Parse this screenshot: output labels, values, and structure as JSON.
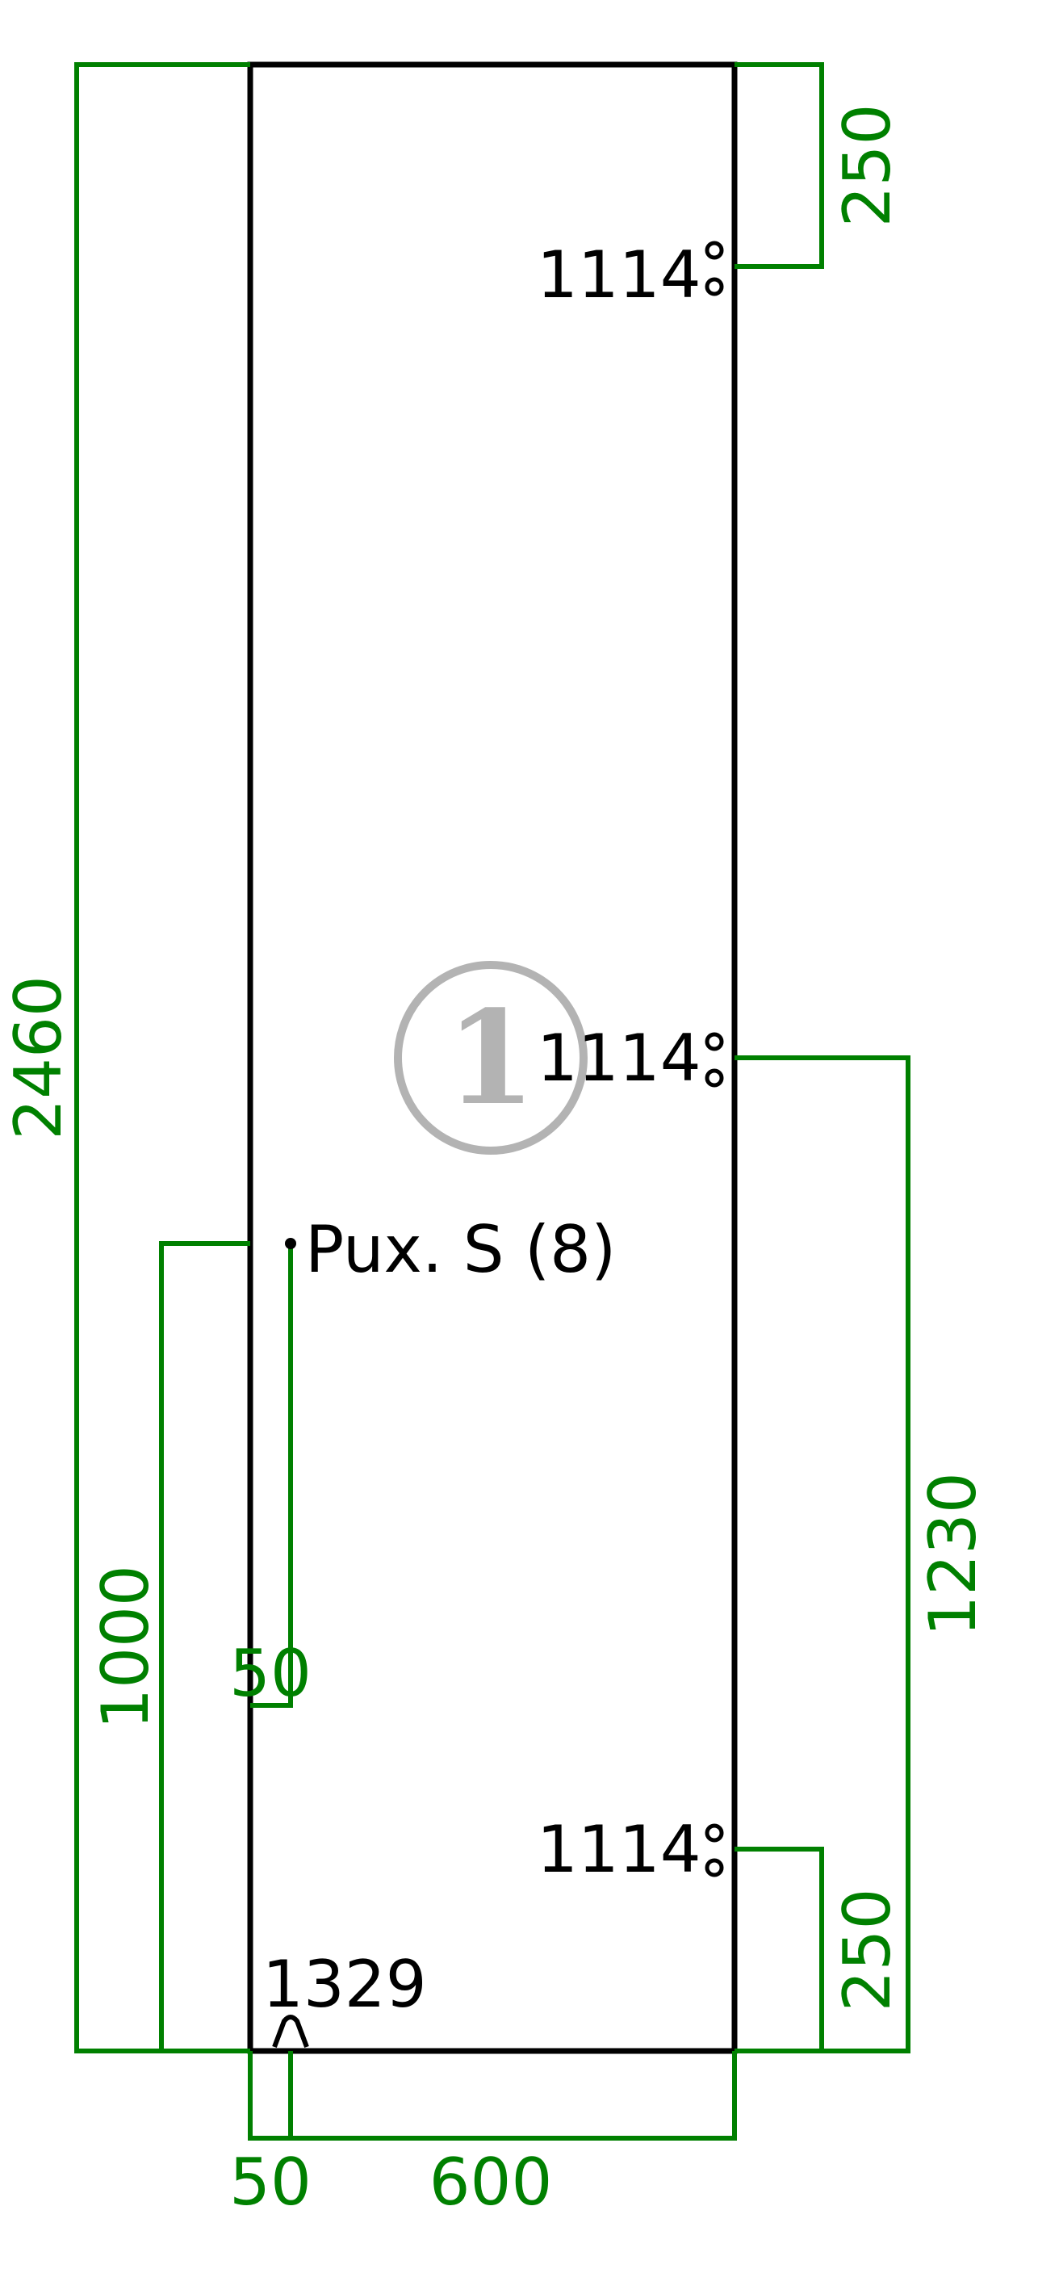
{
  "part_marker": "1",
  "dimensions": {
    "total_height": "2460",
    "bottom_right_to_center": "1230",
    "top_right_offset": "250",
    "bottom_right_offset": "250",
    "left_hole_height": "1000",
    "left_hole_inset": "50",
    "bottom_inset": "50",
    "width": "600"
  },
  "labels": {
    "hole_top": "1114",
    "hole_middle": "1114",
    "hole_bottom": "1114",
    "left_hole": "Pux. S (8)",
    "edge_code": "1329"
  },
  "colors": {
    "dimension": "#008000",
    "outline": "#000000",
    "marker": "#b3b3b3"
  }
}
